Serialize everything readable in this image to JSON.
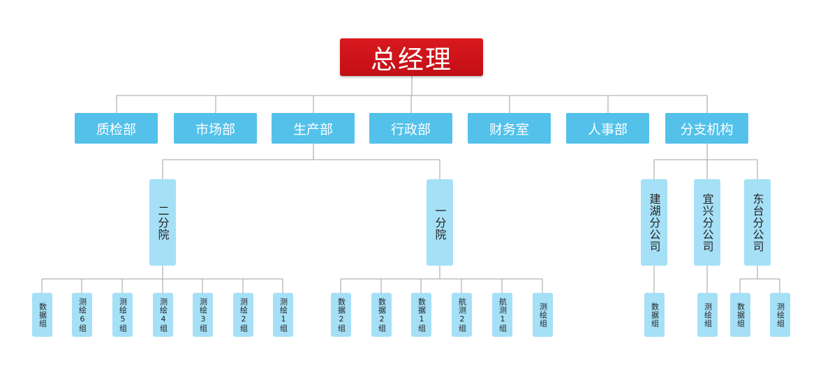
{
  "root": "总经理",
  "departments": [
    "质检部",
    "市场部",
    "生产部",
    "行政部",
    "财务室",
    "人事部",
    "分支机构"
  ],
  "production": {
    "institutes": [
      "二分院",
      "一分院"
    ],
    "institute2_groups": [
      "数据组",
      "测绘6组",
      "测绘5组",
      "测绘4组",
      "测绘3组",
      "测绘2组",
      "测绘1组"
    ],
    "institute1_groups": [
      "数据2组",
      "数据2组",
      "数据1组",
      "航测2组",
      "航测1组",
      "测绘组"
    ]
  },
  "branches": {
    "companies": [
      "建湖分公司",
      "宜兴分公司",
      "东台分公司"
    ],
    "jianhu_groups": [
      "数据组"
    ],
    "yixing_groups": [
      "测绘组"
    ],
    "dongtai_groups": [
      "数据组",
      "测绘组"
    ]
  },
  "colors": {
    "root_bg": "#d11318",
    "dept_bg": "#53c1ea",
    "sub_bg": "#a5e0f7",
    "line": "#b3b3b3"
  }
}
